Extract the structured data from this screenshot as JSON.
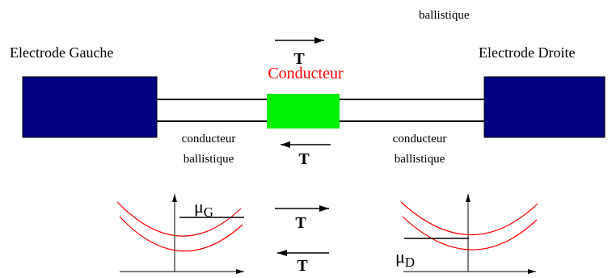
{
  "labels": {
    "top_right_fragment": "ballistique",
    "left_electrode": "Electrode Gauche",
    "right_electrode": "Electrode Droite",
    "conductor": "Conducteur",
    "left_lead_line1": "conducteur",
    "left_lead_line2": "ballistique",
    "right_lead_line1": "conducteur",
    "right_lead_line2": "ballistique",
    "transmission_top": "T",
    "transmission_under_conductor": "T",
    "transmission_bottom_1": "T",
    "transmission_bottom_2": "T",
    "mu_left_symbol": "μ",
    "mu_left_subscript": "G",
    "mu_right_symbol": "μ",
    "mu_right_subscript": "D"
  },
  "colors": {
    "electrode": "#000080",
    "conductor": "#00ee00",
    "conductor_text": "#ff0000",
    "dispersion_curves": "#ff0000",
    "lines": "#000000"
  }
}
